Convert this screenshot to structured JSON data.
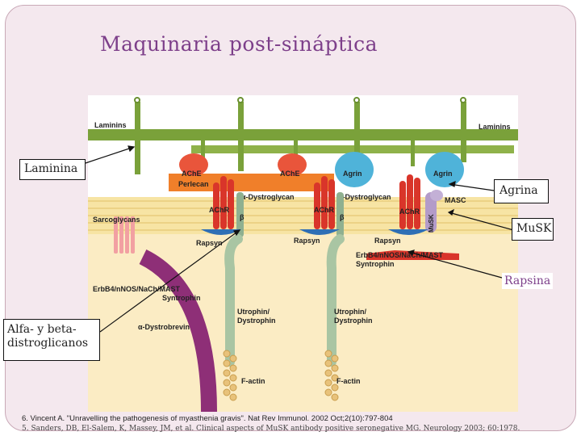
{
  "slide": {
    "title": "Maquinaria post-sináptica",
    "callouts": {
      "laminina": "Laminina",
      "agrina": "Agrina",
      "musk": "MuSK",
      "rapsina": "Rapsina",
      "distroglicanos_line1": "Alfa- y beta-",
      "distroglicanos_line2": "distroglicanos"
    },
    "references": [
      "6. Vincent A. \"Unravelling the pathogenesis of myasthenia gravis\". Nat Rev Immunol. 2002 Oct;2(10):797-804",
      "5. Sanders, DB, El-Salem, K, Massey, JM, et al. Clinical aspects of MuSK antibody positive seronegative MG. Neurology 2003; 60:1978."
    ]
  },
  "figure": {
    "labels": {
      "laminins_left": "Laminins",
      "laminins_right": "Laminins",
      "ache_1": "AChE",
      "ache_2": "AChE",
      "perlecan": "Perlecan",
      "agrin_1": "Agrin",
      "agrin_2": "Agrin",
      "alpha_dg_1": "α-Dystroglycan",
      "alpha_dg_2": "α-Dystroglycan",
      "masc": "MASC",
      "beta_1": "β",
      "beta_2": "β",
      "achr_1": "AChR",
      "achr_2": "AChR",
      "achr_3": "AChR",
      "musk": "MuSK",
      "sarcoglycans": "Sarcoglycans",
      "rapsyn_1": "Rapsyn",
      "rapsyn_2": "Rapsyn",
      "rapsyn_3": "Rapsyn",
      "erbb4_right_1": "ErbB4/nNOS/NaCh/MAST",
      "syntrophin_right": "Syntrophin",
      "erbb4_left": "ErbB4/nNOS/NaCh/MAST",
      "syntrophin_left": "Syntrophin",
      "alpha_dystrobrevin": "α-Dystrobrevin",
      "utrophin_1a": "Utrophin/",
      "utrophin_1b": "Dystrophin",
      "utrophin_2a": "Utrophin/",
      "utrophin_2b": "Dystrophin",
      "factin_1": "F-actin",
      "factin_2": "F-actin"
    },
    "colors": {
      "laminin": "#7aa13a",
      "ache": "#e9553b",
      "perlecan": "#f07f2a",
      "agrin": "#4fb3d9",
      "achr": "#d9352a",
      "rapsyn": "#2f6fb5",
      "utrophin": "#a9c5a3",
      "dystrobrevin": "#8e2f77",
      "sarcoglycan": "#f2a0a2",
      "musk": "#b39bc9",
      "membrane": "#f5d98a",
      "cytoplasm": "#fbecc4",
      "factin": "#e8c27a"
    }
  }
}
